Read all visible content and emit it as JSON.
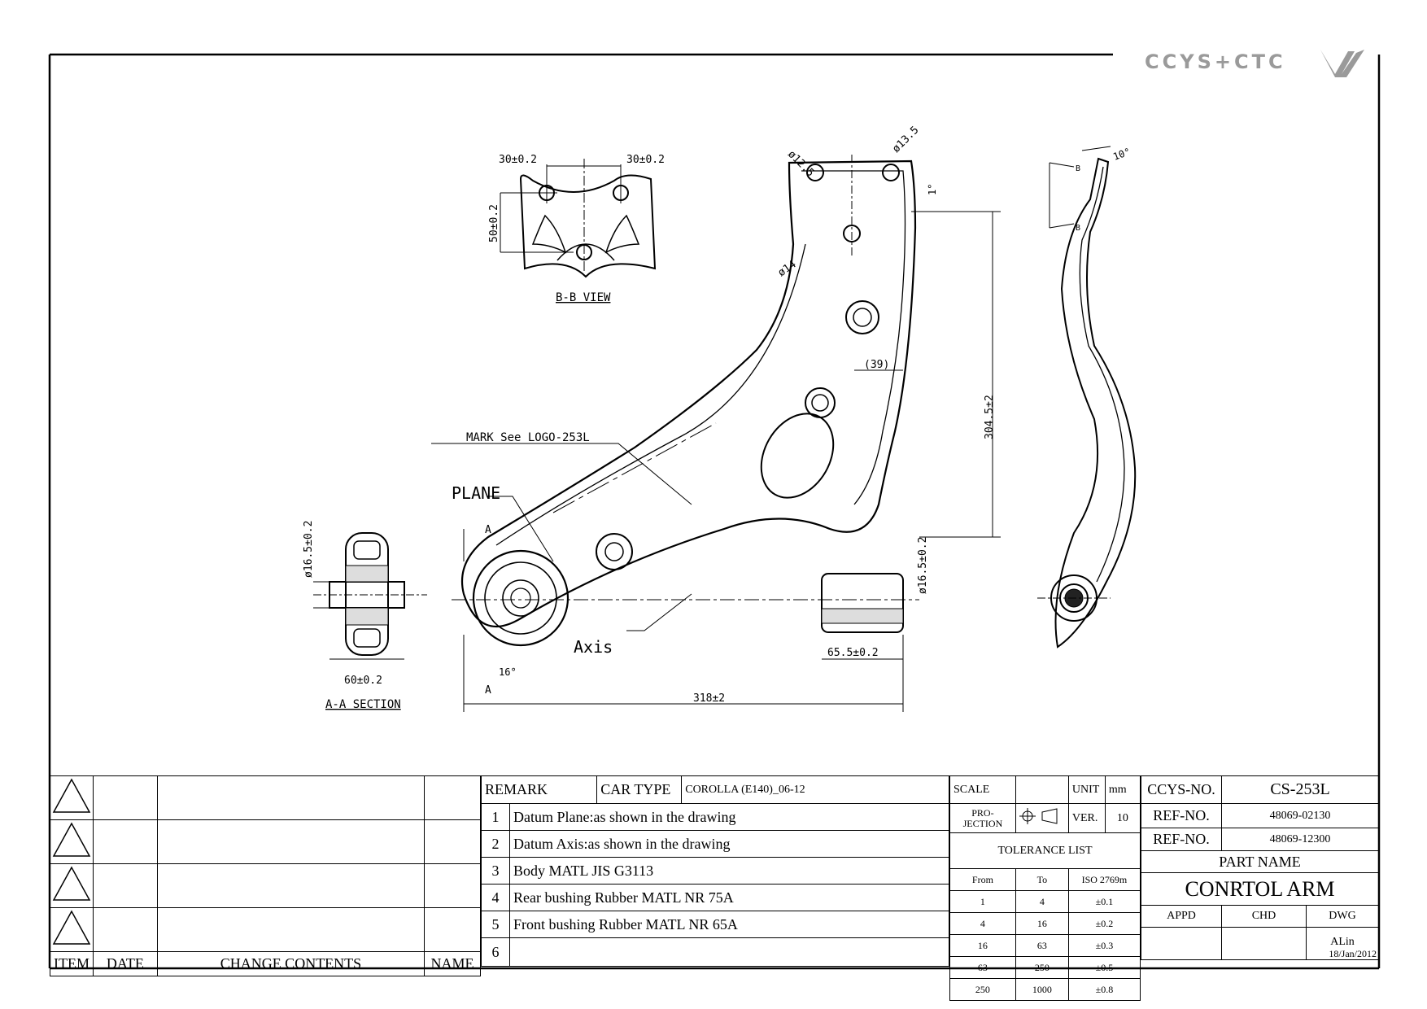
{
  "brand": {
    "logo_text": "CCYS+CTC"
  },
  "views": {
    "bb": {
      "title": "B-B VIEW",
      "dim_left": "30±0.2",
      "dim_right": "30±0.2",
      "dim_height": "50±0.2"
    },
    "aa": {
      "title": "A-A SECTION",
      "dim_dia": "ø16.5±0.2",
      "dim_width": "60±0.2"
    },
    "main": {
      "dia_1": "ø12.5",
      "dia_2": "ø13.5",
      "dia_3": "ø14",
      "angle_1": "1°",
      "dim_39": "(39)",
      "dim_height": "304.5±2",
      "mark_note": "MARK See LOGO-253L",
      "plane_label": "PLANE",
      "section_a": "A",
      "dim_dia_right": "ø16.5±0.2",
      "dim_65": "65.5±0.2",
      "axis_label": "Axis",
      "angle_16": "16°",
      "dim_318": "318±2"
    },
    "side": {
      "section_b": "B",
      "angle_10": "10°"
    }
  },
  "revision": {
    "headers": {
      "item": "ITEM",
      "date": "DATE",
      "change": "CHANGE CONTENTS",
      "name": "NAME"
    }
  },
  "remarks": {
    "label": "REMARK",
    "car_type_label": "CAR TYPE",
    "car_type": "COROLLA (E140)_06-12",
    "items": [
      {
        "no": "1",
        "text": "Datum Plane:as shown in the drawing"
      },
      {
        "no": "2",
        "text": "Datum Axis:as shown in the drawing"
      },
      {
        "no": "3",
        "text": "Body MATL JIS G3113"
      },
      {
        "no": "4",
        "text": "Rear bushing Rubber MATL NR 75A"
      },
      {
        "no": "5",
        "text": "Front bushing Rubber MATL NR 65A"
      },
      {
        "no": "6",
        "text": ""
      }
    ]
  },
  "spec": {
    "scale_label": "SCALE",
    "unit_label": "UNIT",
    "unit": "mm",
    "projection_label": "PRO-\nJECTION",
    "ver_label": "VER.",
    "ver": "10",
    "tolerance_title": "TOLERANCE LIST",
    "tol_headers": {
      "from": "From",
      "to": "To",
      "iso": "ISO 2769m"
    },
    "tolerances": [
      {
        "from": "1",
        "to": "4",
        "tol": "±0.1"
      },
      {
        "from": "4",
        "to": "16",
        "tol": "±0.2"
      },
      {
        "from": "16",
        "to": "63",
        "tol": "±0.3"
      },
      {
        "from": "63",
        "to": "250",
        "tol": "±0.5"
      },
      {
        "from": "250",
        "to": "1000",
        "tol": "±0.8"
      }
    ]
  },
  "title_block": {
    "ccys_label": "CCYS-NO.",
    "ccys_no": "CS-253L",
    "ref_label": "REF-NO.",
    "ref_no_1": "48069-02130",
    "ref_no_2": "48069-12300",
    "part_name_label": "PART NAME",
    "part_name": "CONRTOL ARM",
    "appd": "APPD",
    "chd": "CHD",
    "dwg": "DWG",
    "drawn_by": "ALin",
    "date": "18/Jan/2012"
  }
}
